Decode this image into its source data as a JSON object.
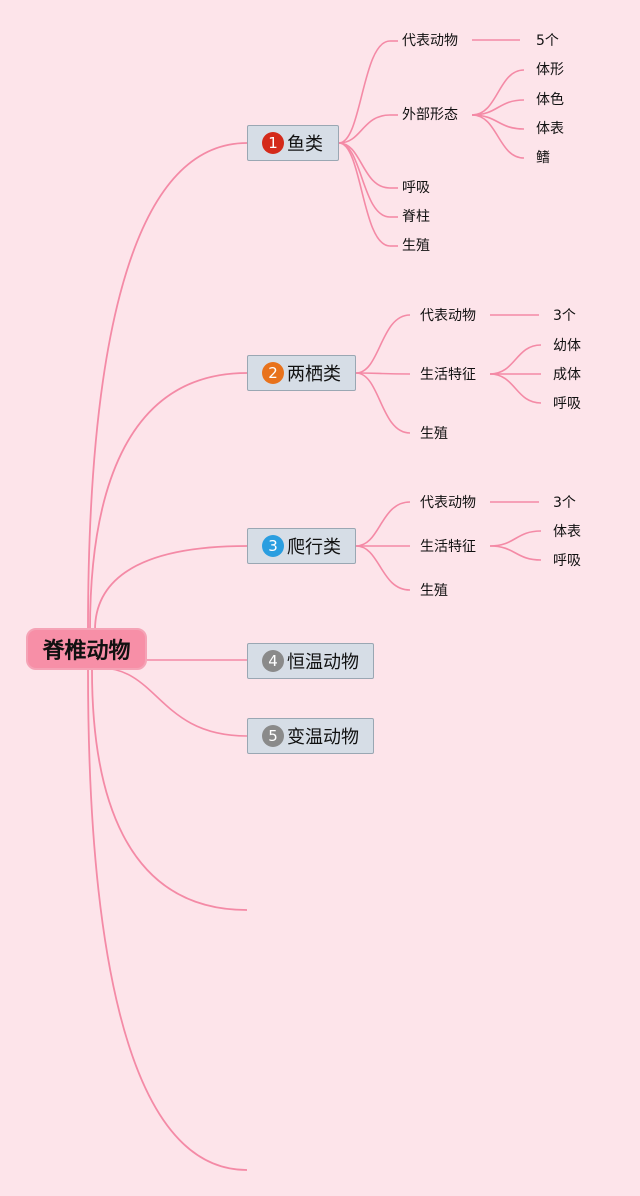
{
  "root": {
    "label": "脊椎动物"
  },
  "branches": [
    {
      "num": "1",
      "label": "鱼类",
      "color": "#d42a1a",
      "children": [
        {
          "label": "代表动物",
          "children": [
            "5个"
          ]
        },
        {
          "label": "外部形态",
          "children": [
            "体形",
            "体色",
            "体表",
            "鳍"
          ]
        },
        {
          "label": "呼吸"
        },
        {
          "label": "脊柱"
        },
        {
          "label": "生殖"
        }
      ]
    },
    {
      "num": "2",
      "label": "两栖类",
      "color": "#e8721c",
      "children": [
        {
          "label": "代表动物",
          "children": [
            "3个"
          ]
        },
        {
          "label": "生活特征",
          "children": [
            "幼体",
            "成体",
            "呼吸"
          ]
        },
        {
          "label": "生殖"
        }
      ]
    },
    {
      "num": "3",
      "label": "爬行类",
      "color": "#2a9ee0",
      "children": [
        {
          "label": "代表动物",
          "children": [
            "3个"
          ]
        },
        {
          "label": "生活特征",
          "children": [
            "体表",
            "呼吸"
          ]
        },
        {
          "label": "生殖"
        }
      ]
    },
    {
      "num": "4",
      "label": "恒温动物",
      "color": "#8a8a8a",
      "children": []
    },
    {
      "num": "5",
      "label": "变温动物",
      "color": "#8a8a8a",
      "children": []
    }
  ],
  "colors": {
    "background": "#fde4ea",
    "connector": "#f48aa6",
    "root_fill": "#f78fa7",
    "branch_fill": "#d6dde6"
  }
}
